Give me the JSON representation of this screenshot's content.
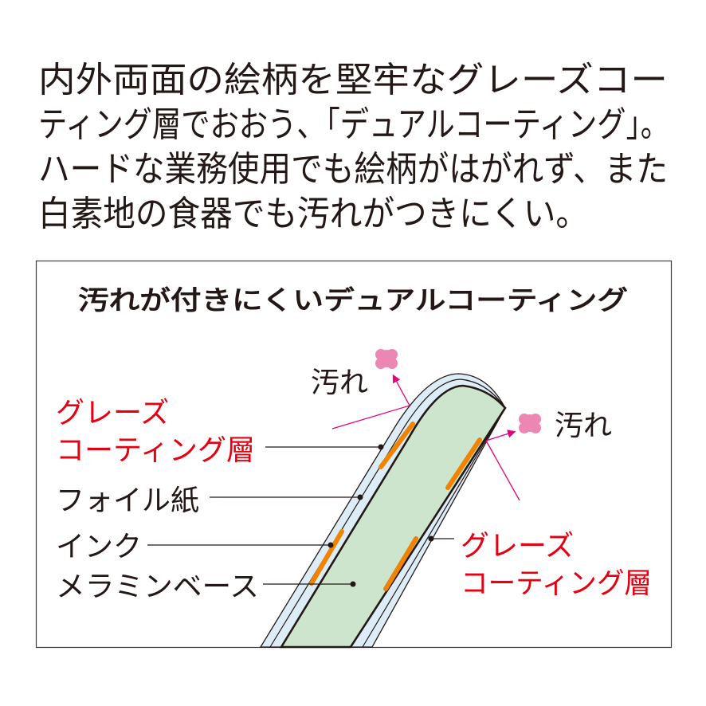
{
  "intro": {
    "lines": [
      "内外両面の絵柄を堅牢なグレーズコー",
      "ティング層でおおう、「デュアルコーティング」。",
      "ハードな業務使用でも絵柄がはがれず、また",
      "白素地の食器でも汚れがつきにくい。"
    ]
  },
  "diagram": {
    "title": "汚れが付きにくいデュアルコーティング",
    "stain_left": "汚れ",
    "stain_right": "汚れ",
    "glaze_left": [
      "グレーズ",
      "コーティング層"
    ],
    "foil": "フォイル紙",
    "ink": "インク",
    "melamine": "メラミンベース",
    "glaze_right": [
      "グレーズ",
      "コーティング層"
    ],
    "colors": {
      "text": "#231815",
      "accent_red": "#e60012",
      "coating": "#dcedf8",
      "melamine": "#cce5cc",
      "ink": "#f08300",
      "stain": "#ec87b4",
      "arrow": "#e4007f"
    }
  }
}
